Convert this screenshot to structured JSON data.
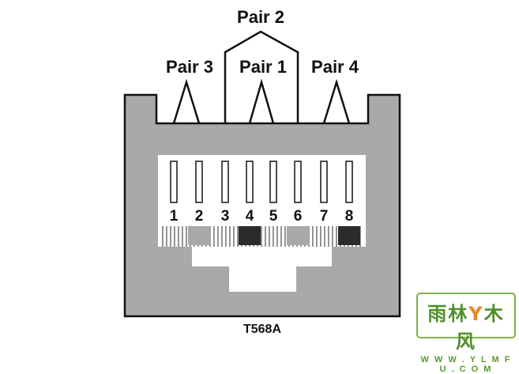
{
  "pairs": [
    {
      "label": "Pair 2"
    },
    {
      "label": "Pair 3"
    },
    {
      "label": "Pair 1"
    },
    {
      "label": "Pair 4"
    }
  ],
  "pins": [
    "1",
    "2",
    "3",
    "4",
    "5",
    "6",
    "7",
    "8"
  ],
  "pin_swatches": [
    "white-striped",
    "gray",
    "white-striped",
    "dark",
    "white-striped",
    "gray",
    "white-striped",
    "dark"
  ],
  "caption": "T568A",
  "colors": {
    "jack_fill": "#a9a9a9",
    "outline": "#111111",
    "swatch_dark": "#2b2b2b",
    "swatch_gray": "#a8a8a8"
  },
  "watermark": {
    "chars": [
      "雨",
      "林",
      "Y",
      "木",
      "风"
    ],
    "sub": "W W W . Y L M F U . C O M"
  }
}
